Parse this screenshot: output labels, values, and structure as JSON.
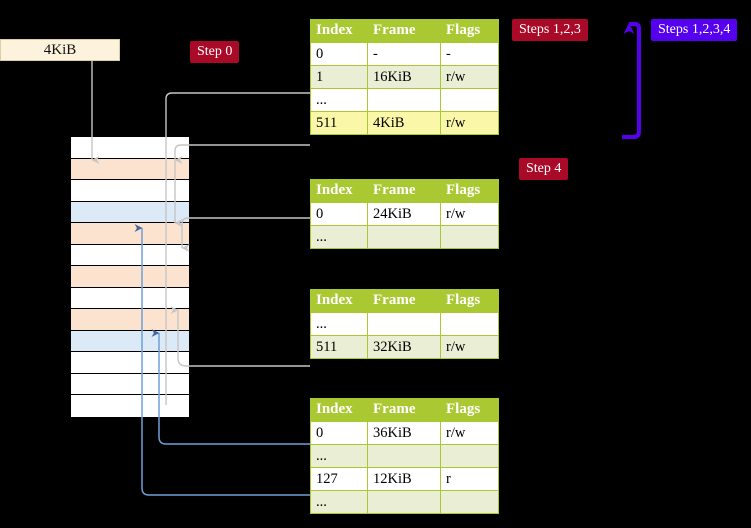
{
  "diagram": {
    "title_region": "page-table-walk",
    "size_box": {
      "label": "4KiB"
    },
    "badges": [
      {
        "id": "step0",
        "label": "Step 0",
        "color": "#a80a28"
      },
      {
        "id": "step4",
        "label": "Step 4",
        "color": "#a80a28"
      },
      {
        "id": "s123",
        "label": "Steps 1,2,3",
        "color": "#a80a28"
      },
      {
        "id": "s1234",
        "label": "Steps 1,2,3,4",
        "color": "#5500ee"
      }
    ],
    "memory": {
      "name": "physical-memory-column",
      "rows": [
        {
          "fill": "#ffffff"
        },
        {
          "fill": "#fce3cf"
        },
        {
          "fill": "#ffffff"
        },
        {
          "fill": "#dce9f7"
        },
        {
          "fill": "#fce3cf"
        },
        {
          "fill": "#ffffff"
        },
        {
          "fill": "#fce3cf"
        },
        {
          "fill": "#ffffff"
        },
        {
          "fill": "#fce3cf"
        },
        {
          "fill": "#dce9f7"
        },
        {
          "fill": "#ffffff"
        },
        {
          "fill": "#ffffff"
        },
        {
          "fill": "#ffffff"
        }
      ]
    },
    "columns": [
      "Index",
      "Frame",
      "Flags"
    ],
    "tables": [
      {
        "id": "table-1",
        "headers": [
          "Index",
          "Frame",
          "Flags"
        ],
        "rows": [
          {
            "cells": [
              "0",
              "-",
              "-"
            ],
            "style": "plain"
          },
          {
            "cells": [
              "1",
              "16KiB",
              "r/w"
            ],
            "style": "alt"
          },
          {
            "cells": [
              "...",
              "",
              ""
            ],
            "style": "plain"
          },
          {
            "cells": [
              "511",
              "4KiB",
              "r/w"
            ],
            "style": "highlight"
          }
        ]
      },
      {
        "id": "table-2",
        "headers": [
          "Index",
          "Frame",
          "Flags"
        ],
        "rows": [
          {
            "cells": [
              "0",
              "24KiB",
              "r/w"
            ],
            "style": "plain"
          },
          {
            "cells": [
              "...",
              "",
              ""
            ],
            "style": "alt"
          }
        ]
      },
      {
        "id": "table-3",
        "headers": [
          "Index",
          "Frame",
          "Flags"
        ],
        "rows": [
          {
            "cells": [
              "...",
              "",
              ""
            ],
            "style": "plain"
          },
          {
            "cells": [
              "511",
              "32KiB",
              "r/w"
            ],
            "style": "alt"
          }
        ]
      },
      {
        "id": "table-4",
        "headers": [
          "Index",
          "Frame",
          "Flags"
        ],
        "rows": [
          {
            "cells": [
              "0",
              "36KiB",
              "r/w"
            ],
            "style": "plain"
          },
          {
            "cells": [
              "...",
              "",
              ""
            ],
            "style": "alt"
          },
          {
            "cells": [
              "127",
              "12KiB",
              "r"
            ],
            "style": "plain"
          },
          {
            "cells": [
              "...",
              "",
              ""
            ],
            "style": "alt"
          }
        ]
      }
    ],
    "colors": {
      "header_green": "#aac832",
      "row_alt": "#e9eed5",
      "highlight_yellow": "#fbf7a8",
      "memory_peach": "#fce3cf",
      "memory_blue": "#dce9f7",
      "connector_grey": "#b9b9b9",
      "connector_blue": "#6f9fd8",
      "arrow_blue": "#5500ee",
      "size_box_fill": "#fdf3dd"
    }
  }
}
